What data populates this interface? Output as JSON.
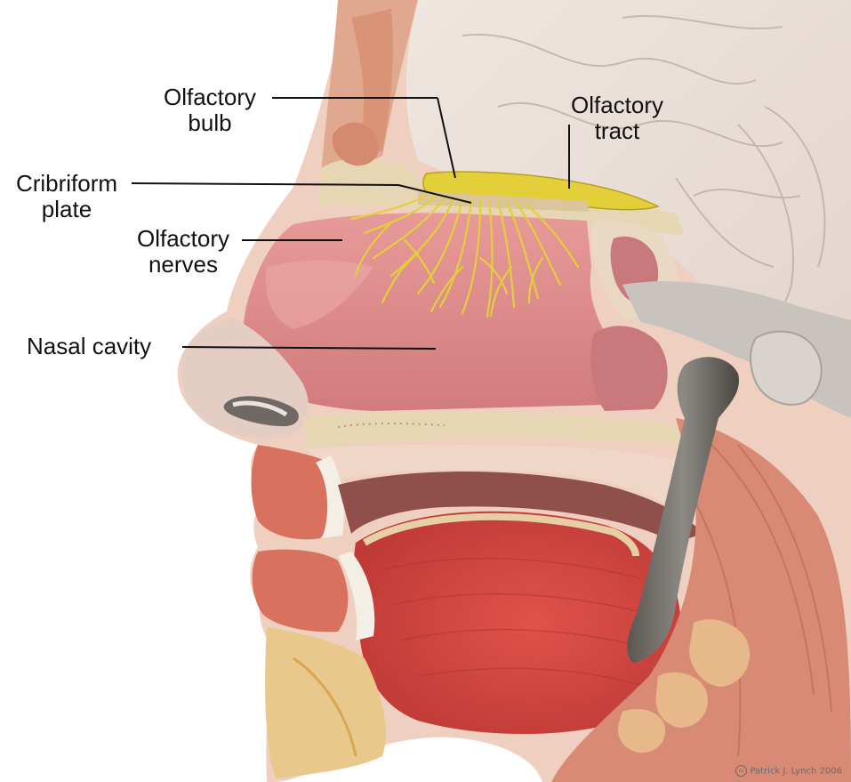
{
  "labels": {
    "olfactory_bulb": [
      "Olfactory",
      "bulb"
    ],
    "olfactory_tract": [
      "Olfactory",
      "tract"
    ],
    "cribriform_plate": [
      "Cribriform",
      "plate"
    ],
    "olfactory_nerves": [
      "Olfactory",
      "nerves"
    ],
    "nasal_cavity": "Nasal cavity"
  },
  "credit": {
    "symbol": "cc",
    "text": "Patrick J. Lynch 2006"
  },
  "colors": {
    "nerve": "#e3cf3a",
    "nasal_mucosa": "#d97f80",
    "bone": "#e7d6b4",
    "muscle": "#d8725f",
    "skin": "#efcfc0",
    "leader": "#111111"
  }
}
